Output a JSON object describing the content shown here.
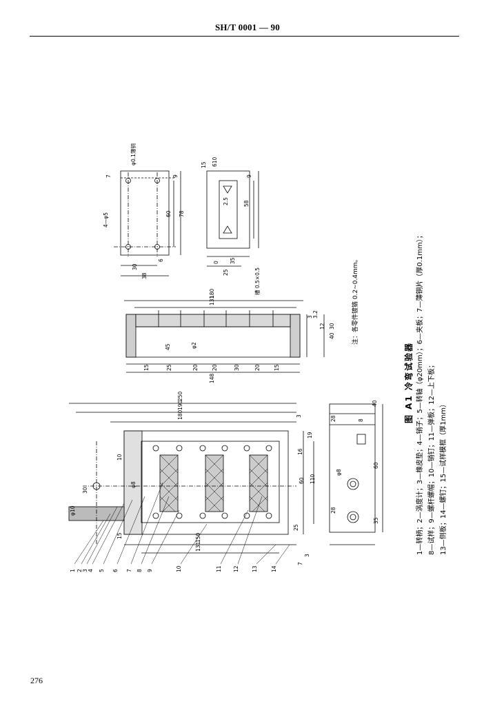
{
  "header": {
    "code": "SH/T 0001 — 90"
  },
  "page_number": "276",
  "figure": {
    "caption": "图 A1    冷弯试验器",
    "legend_lines": [
      "1—转柄；2—涡度计；3—橡皮垫；4—销子；5—转轴（φ20mm）；6—夹板；7—薄铜片（厚0.1mm）；",
      "8—试样；9—螺杆螺帽；10—销钉；11—弹板；12—上下板；",
      "13—侧板；14—螺钉；15—试样模框（厚1mm）"
    ],
    "note": "注：各零件镀铬 0.2~0.4mm。",
    "top_view_labels": [
      "7",
      "4—φ5",
      "φ0.1薄铜",
      "38",
      "30",
      "6",
      "9",
      "60",
      "78"
    ],
    "frame_view_labels": [
      "15",
      "610",
      "25",
      "0",
      "35",
      "58",
      "9",
      "2.5"
    ],
    "section_labels": [
      "180",
      "131",
      "3.2",
      "3",
      "12",
      "30",
      "40",
      "φ2",
      "45",
      "槽 0.5×0.5",
      "148",
      "15",
      "25",
      "20",
      "20",
      "30",
      "20",
      "15"
    ],
    "part_numbers": [
      "1",
      "2",
      "3",
      "4",
      "5",
      "6",
      "7",
      "8",
      "9",
      "10",
      "11",
      "12",
      "13",
      "14"
    ],
    "main_view_labels": [
      "250",
      "190",
      "180",
      "3",
      "19",
      "16",
      "10",
      "60",
      "110",
      "30",
      "φ8",
      "φ10",
      "15",
      "25",
      "150",
      "131",
      "3",
      "7"
    ],
    "side_view_labels": [
      "40",
      "8",
      "28",
      "60",
      "35",
      "φ8",
      "28"
    ]
  }
}
